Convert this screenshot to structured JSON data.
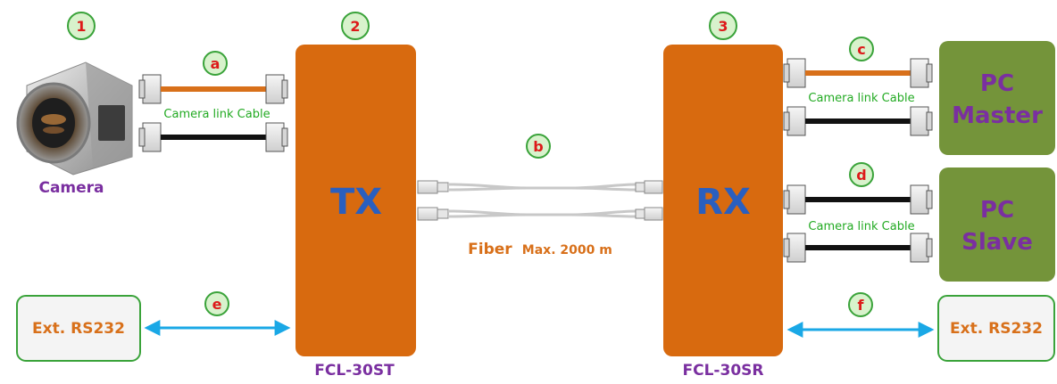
{
  "markers": {
    "m1": "1",
    "m2": "2",
    "m3": "3",
    "a": "a",
    "b": "b",
    "c": "c",
    "d": "d",
    "e": "e",
    "f": "f"
  },
  "camera": {
    "label": "Camera"
  },
  "tx": {
    "label": "TX",
    "model": "FCL-30ST"
  },
  "rx": {
    "label": "RX",
    "model": "FCL-30SR"
  },
  "cables": {
    "left_label": "Camera link Cable",
    "right_top_label": "Camera link Cable",
    "right_bottom_label": "Camera link Cable"
  },
  "fiber": {
    "label_main": "Fiber",
    "label_rest": "Max. 2000 m"
  },
  "pc_master": {
    "line1": "PC",
    "line2": "Master"
  },
  "pc_slave": {
    "line1": "PC",
    "line2": "Slave"
  },
  "ext_left": {
    "label": "Ext. RS232"
  },
  "ext_right": {
    "label": "Ext. RS232"
  },
  "colors": {
    "box_orange": "#d86a0f",
    "cable_orange": "#d8701a",
    "marker_fill": "#d8f2cc",
    "marker_border": "#3aa33a",
    "marker_text": "#dd1a1a",
    "cable_label": "#22aa22",
    "purple_text": "#7a2fa0",
    "pc_green": "#74943a",
    "arrow_blue": "#1aa8e6",
    "tx_rx_text": "#2a5fbf",
    "fiber_text": "#d8701a"
  }
}
